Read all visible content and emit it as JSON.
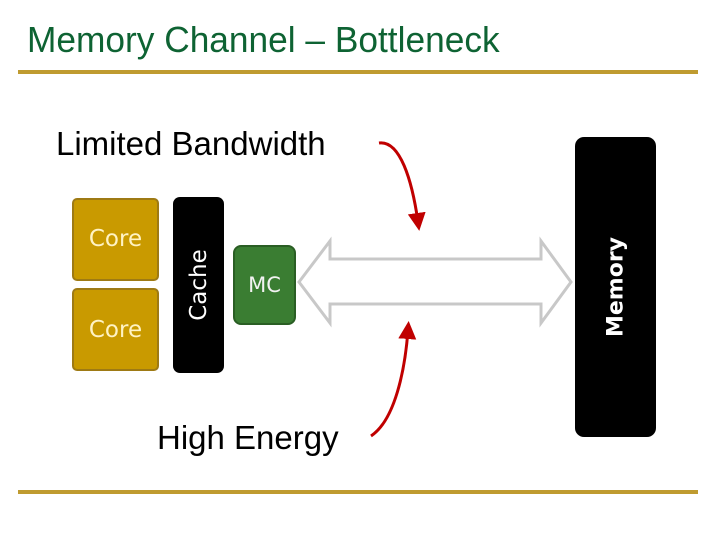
{
  "slide": {
    "title": "Memory Channel – Bottleneck"
  },
  "diagram": {
    "cores": [
      {
        "label": "Core"
      },
      {
        "label": "Core"
      }
    ],
    "cache_label": "Cache",
    "mc_label": "MC",
    "memory_label": "Memory",
    "channel_arrow": "double-arrow",
    "annotations": {
      "top": "Limited Bandwidth",
      "bottom": "High Energy"
    }
  },
  "colors": {
    "title": "#0E6333",
    "rule": "#BF9B30",
    "core_fill": "#C99A00",
    "core_border": "#9E7A14",
    "core_text": "#FFF3C4",
    "mc_fill": "#3A7D32",
    "mc_border": "#2A5E24",
    "block_black": "#000000",
    "arrow_outline": "#C8C8C8",
    "callout_arrow": "#C00000"
  }
}
